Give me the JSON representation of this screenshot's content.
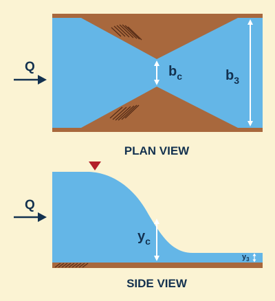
{
  "colors": {
    "background": "#fbf3d3",
    "water": "#64b6e7",
    "earth": "#a8683d",
    "hatch": "#5a2f18",
    "text": "#13314f",
    "marker": "#b3202a",
    "dimension": "#ffffff"
  },
  "plan_view": {
    "caption": "PLAN VIEW",
    "flow_label": "Q",
    "throat_width_label": "b",
    "throat_width_sub": "c",
    "downstream_width_label": "b",
    "downstream_width_sub": "3"
  },
  "side_view": {
    "caption": "SIDE VIEW",
    "flow_label": "Q",
    "critical_depth_label": "y",
    "critical_depth_sub": "c",
    "tail_depth_label": "y",
    "tail_depth_sub": "3"
  },
  "icons": {
    "flow_arrow": "right-arrow-icon",
    "surface_marker": "inverted-triangle-icon"
  }
}
